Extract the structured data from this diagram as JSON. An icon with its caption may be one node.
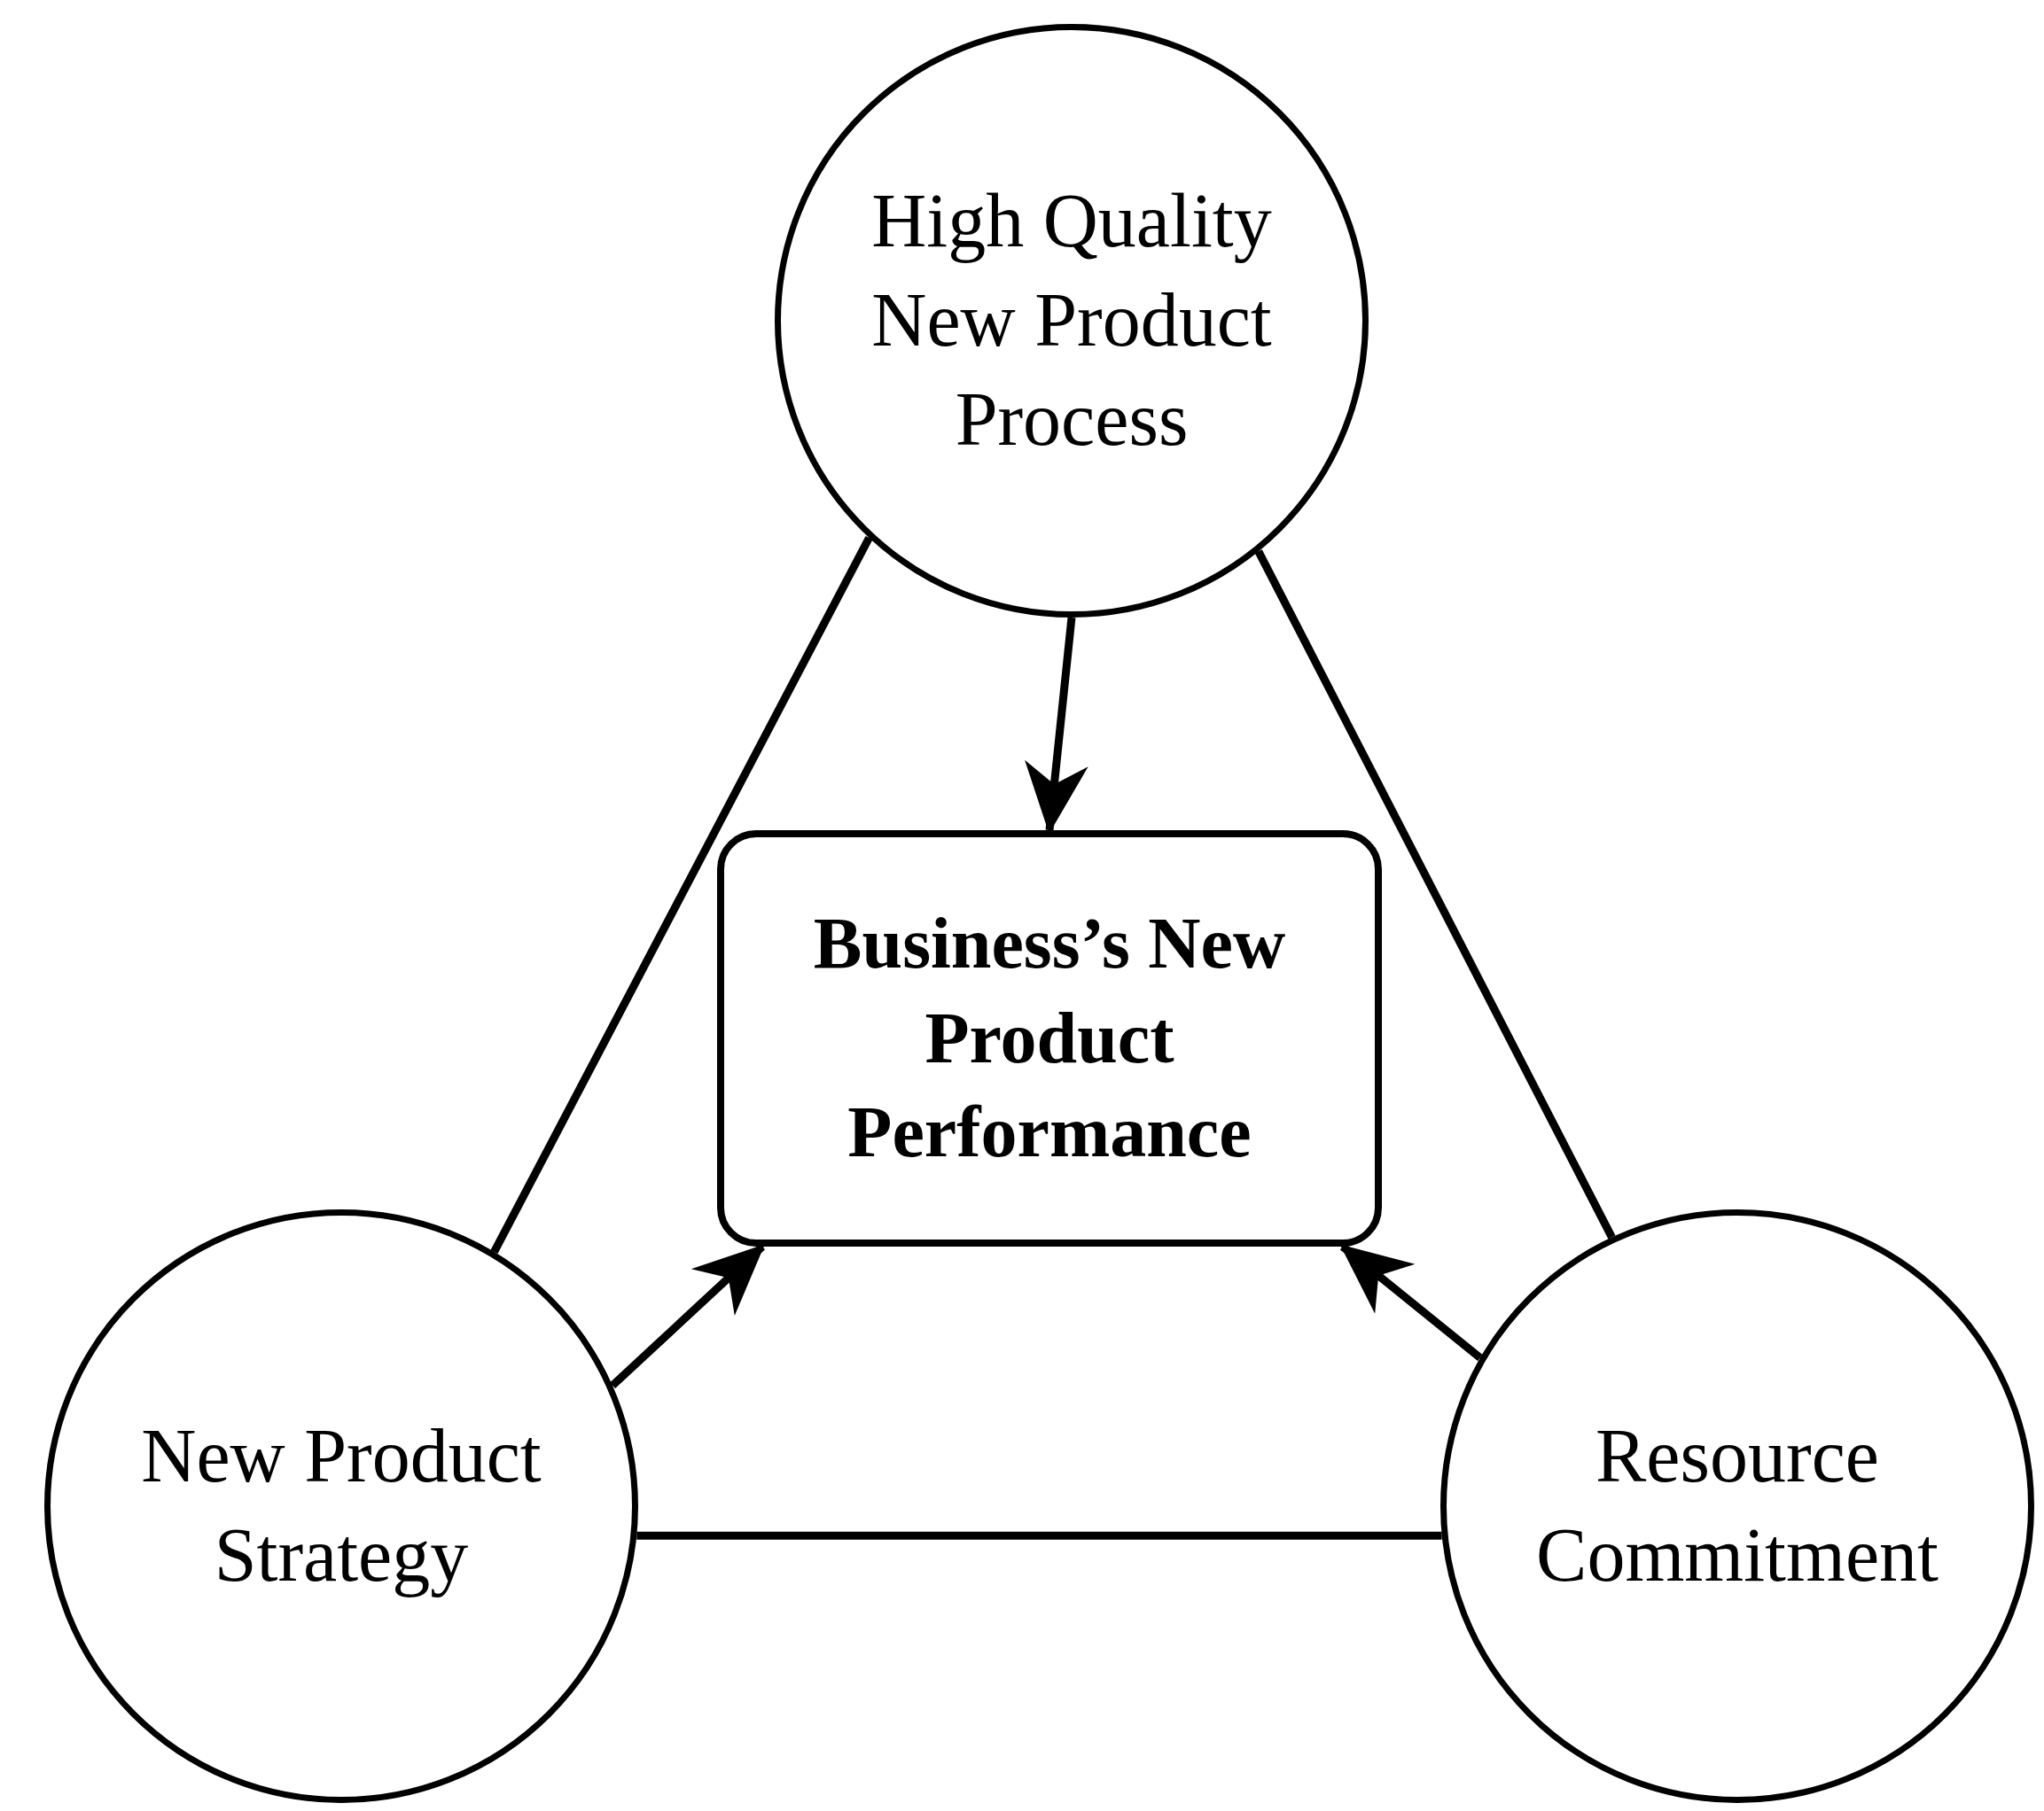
{
  "diagram": {
    "nodes": [
      {
        "text": [
          "High Quality New Product Process"
        ]
      },
      {
        "text": [
          "Business’s New Product Performance"
        ]
      },
      {
        "text": [
          "New Product Strategy"
        ]
      },
      {
        "text": [
          "Resource Commitment"
        ]
      }
    ],
    "edges": [
      {
        "from": 0,
        "to": 1,
        "arrow": "to"
      },
      {
        "from": 0,
        "to": 2,
        "arrow": "none"
      },
      {
        "from": 0,
        "to": 3,
        "arrow": "none"
      },
      {
        "from": 2,
        "to": 3,
        "arrow": "none"
      },
      {
        "from": 2,
        "to": 1,
        "arrow": "to"
      },
      {
        "from": 3,
        "to": 1,
        "arrow": "to"
      }
    ]
  }
}
